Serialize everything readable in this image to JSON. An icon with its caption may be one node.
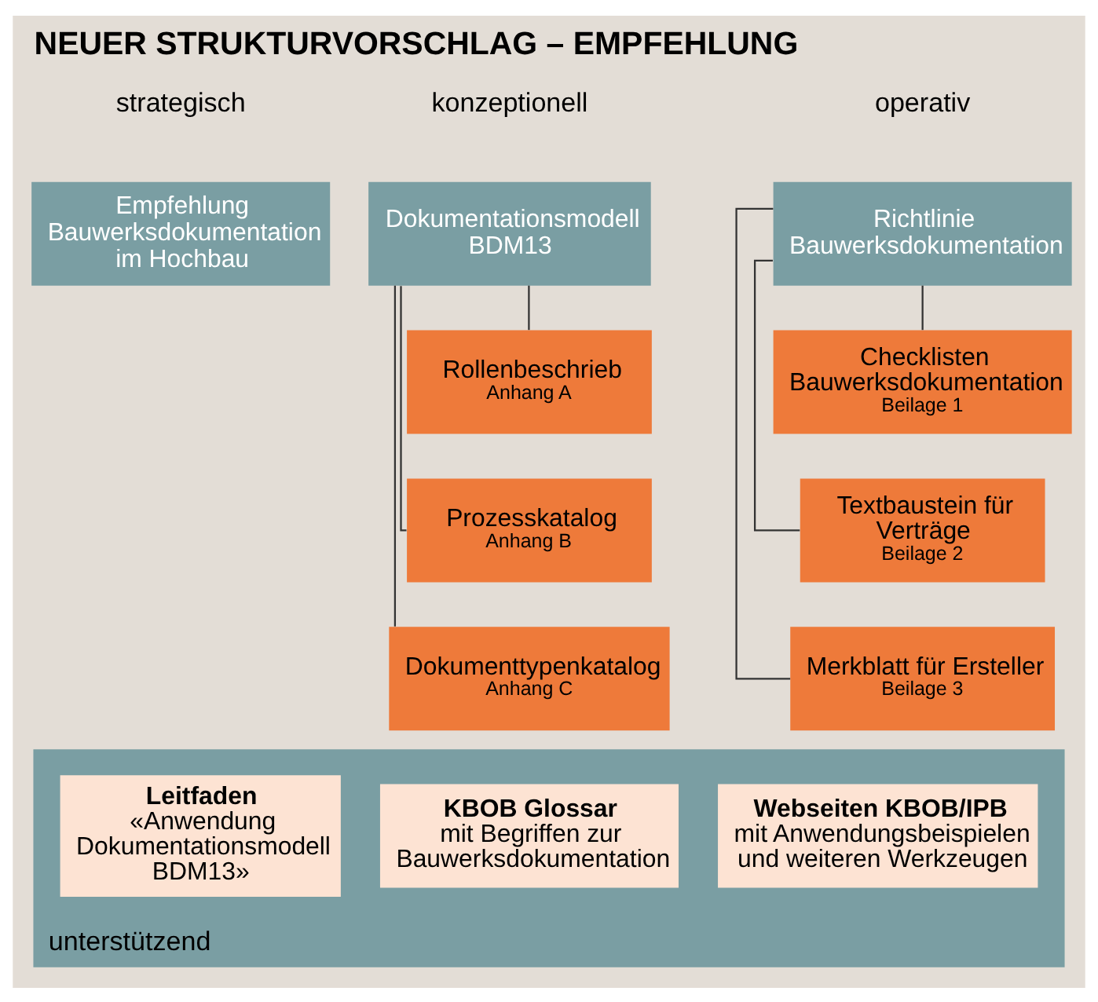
{
  "diagram": {
    "title": "NEUER STRUKTURVORSCHLAG – EMPFEHLUNG",
    "nodes": [
      {
        "text": [
          "Empfehlung Bauwerksdokumentation im Hochbau"
        ]
      },
      {
        "text": [
          "Dokumentationsmodell BDM13"
        ]
      },
      {
        "text": [
          "Richtlinie Bauwerksdokumentation"
        ]
      },
      {
        "text": [
          "Rollenbeschrieb",
          "Anhang A"
        ]
      },
      {
        "text": [
          "Prozesskatalog",
          "Anhang B"
        ]
      },
      {
        "text": [
          "Dokumenttypenkatalog",
          "Anhang C"
        ]
      },
      {
        "text": [
          "Checklisten Bauwerksdokumentation",
          "Beilage 1"
        ]
      },
      {
        "text": [
          "Textbaustein für Verträge",
          "Beilage 2"
        ]
      },
      {
        "text": [
          "Merkblatt für Ersteller",
          "Beilage 3"
        ]
      },
      {
        "text": [
          "unterstützend"
        ]
      },
      {
        "text": [
          "Leitfaden",
          "«Anwendung Dokumentationsmodell BDM13»"
        ],
        "in": 9
      },
      {
        "text": [
          "KBOB Glossar",
          "mit Begriffen zur Bauwerksdokumentation"
        ],
        "in": 9
      },
      {
        "text": [
          "Webseiten KBOB/IPB",
          "mit Anwendungsbeispielen und weiteren Werkzeugen"
        ],
        "in": 9
      }
    ],
    "edges": [
      {
        "from": 1,
        "to": 3,
        "arrow": "none"
      },
      {
        "from": 1,
        "to": 4,
        "arrow": "none"
      },
      {
        "from": 1,
        "to": 5,
        "arrow": "none"
      },
      {
        "from": 2,
        "to": 6,
        "arrow": "none"
      },
      {
        "from": 2,
        "to": 7,
        "arrow": "none"
      },
      {
        "from": 2,
        "to": 8,
        "arrow": "none"
      }
    ],
    "labels": [
      "strategisch",
      "konzeptionell",
      "operativ"
    ]
  }
}
